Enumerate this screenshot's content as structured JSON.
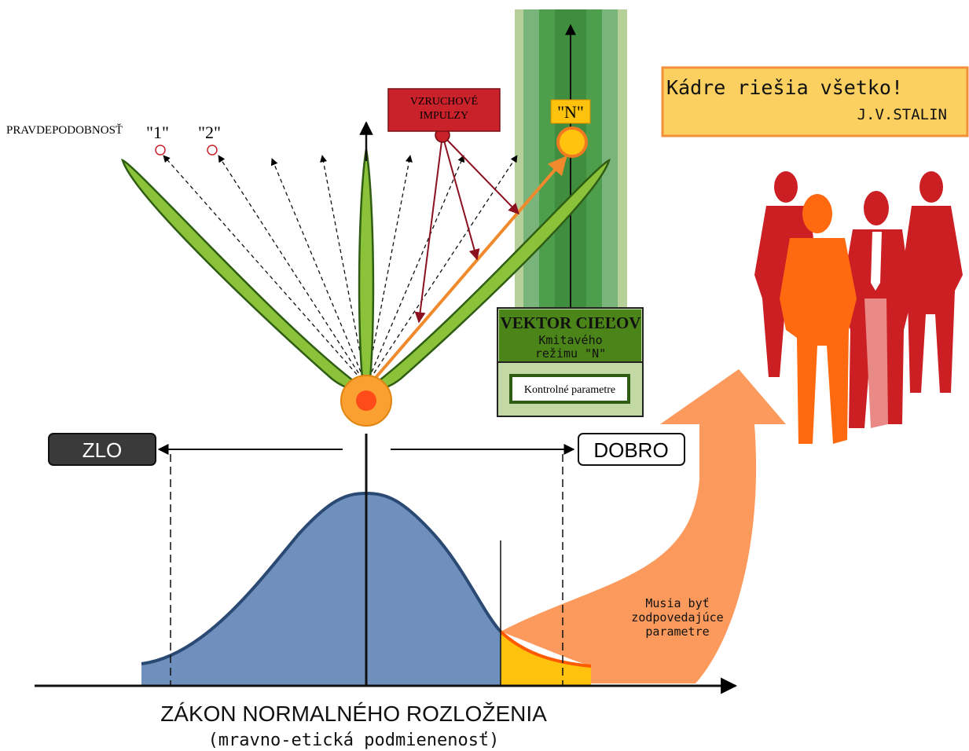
{
  "labels": {
    "pravdepodobnost": "PRAVDEPODOBNOSŤ",
    "p1": "\"1\"",
    "p2": "\"2\"",
    "vzruchove_line1": "VZRUCHOVÉ",
    "vzruchove_line2": "IMPULZY",
    "n_label": "\"N\"",
    "vektor_title": "VEKTOR CIEĽOV",
    "vektor_sub1": "Kmitavého",
    "vektor_sub2": "režimu \"N\"",
    "kontrolne": "Kontrolné parametre",
    "zlo": "ZLO",
    "dobro": "DOBRO",
    "musia1": "Musia byť",
    "musia2": "zodpovedajúce",
    "musia3": "parametre",
    "axis_title": "ZÁKON NORMALNÉHO ROZLOŽENIA",
    "axis_sub": "(mravno-etická podmienenosť)"
  },
  "quote": {
    "text": "Kádre riešia všetko!",
    "author": "J.V.STALIN"
  },
  "colors": {
    "leaf_green": "#8ac33a",
    "leaf_outline": "#2f5d14",
    "bell_fill": "#6f8fbd",
    "bell_stroke": "#2b4a73",
    "tail_fill": "#ffc20e",
    "tail_stroke": "#ff5a00",
    "big_arrow": "#fb9a5c",
    "vzruch_fill": "#c9222a",
    "vzruch_arrow": "#8b1020",
    "quote_bg": "#fbd060",
    "quote_border": "#f2903a",
    "people_red": "#cc1f24",
    "people_orange": "#ff6a10",
    "vektor_dark": "#4b8419",
    "vektor_light": "#c3d9a5"
  }
}
